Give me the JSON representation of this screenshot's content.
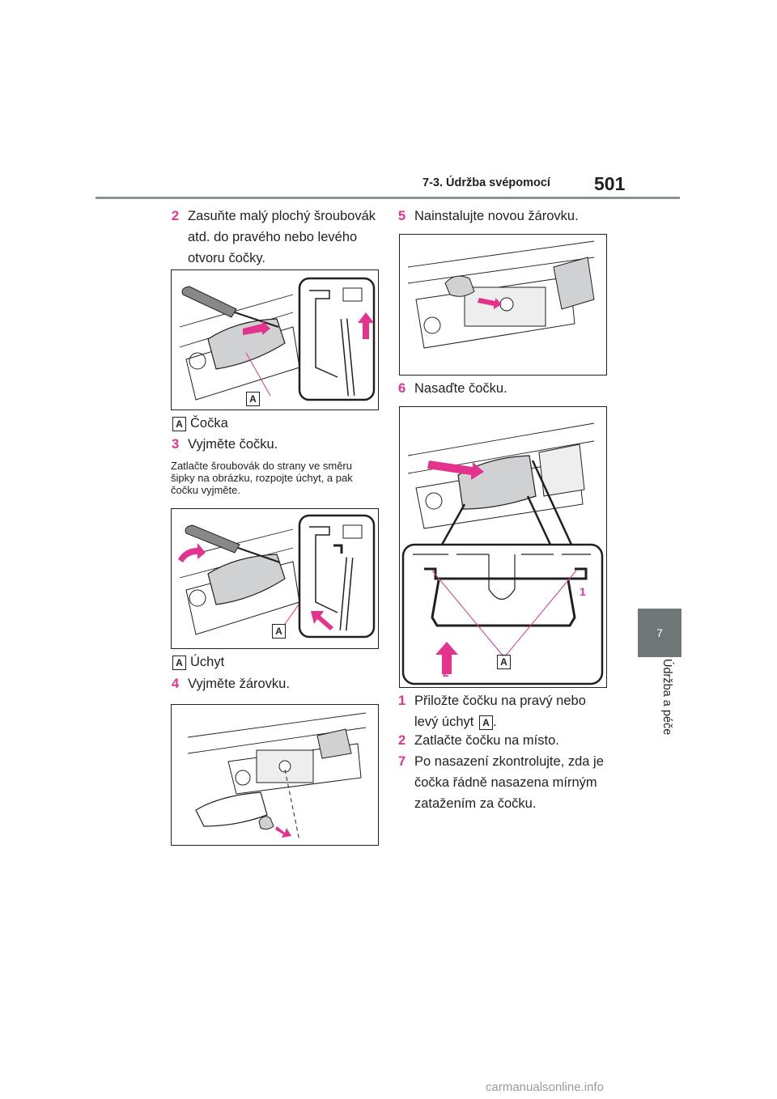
{
  "header": {
    "section": "7-3. Údržba svépomocí",
    "page_number": "501"
  },
  "side_tab": {
    "chapter": "7",
    "title": "Údržba a péče"
  },
  "callout_letter": "A",
  "left_column": {
    "step2": {
      "num": "2",
      "text": "Zasuňte malý plochý šroubovák atd. do pravého nebo levého otvoru čočky."
    },
    "fig1_legend": "Čočka",
    "step3": {
      "num": "3",
      "text": "Vyjměte čočku."
    },
    "step3_note": "Zatlačte šroubovák do strany ve směru šipky na obrázku, rozpojte úchyt, a pak čočku vyjměte.",
    "fig2_legend": "Úchyt",
    "step4": {
      "num": "4",
      "text": "Vyjměte žárovku."
    }
  },
  "right_column": {
    "step5": {
      "num": "5",
      "text": "Nainstalujte novou žárovku."
    },
    "step6": {
      "num": "6",
      "text": "Nasaďte čočku."
    },
    "sub1": {
      "num": "1",
      "text_before": "Přiložte čočku na pravý nebo levý úchyt",
      "text_after": "."
    },
    "sub2": {
      "num": "2",
      "text": "Zatlačte čočku na místo."
    },
    "step7": {
      "num": "7",
      "text": "Po nasazení zkontrolujte, zda je čočka řádně nasazena mírným zatažením za čočku."
    },
    "fig_marker_1": "1",
    "fig_marker_2": "2"
  },
  "footer": "carmanualsonline.info",
  "colors": {
    "accent": "#e4338c",
    "rule": "#8c9494",
    "tab": "#6e7775",
    "lens_fill": "#cfd1d2"
  }
}
